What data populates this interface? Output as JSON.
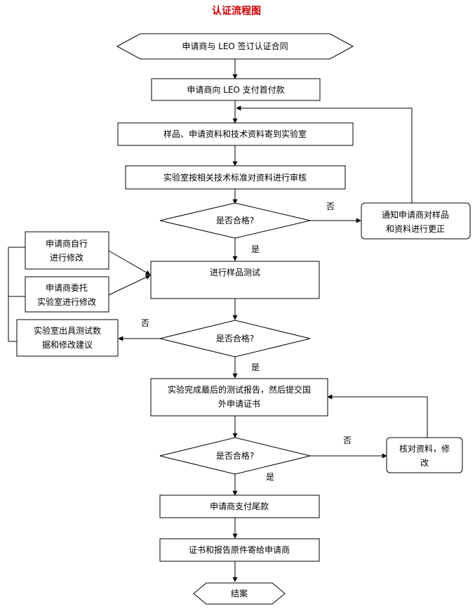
{
  "title": "认证流程图",
  "title_color": "#cc0000",
  "nodes": {
    "sign_contract": "申请商与 LEO 签订认证合同",
    "first_payment": "申请商向 LEO 支付首付款",
    "send_samples": "样品、申请资料和技术资料寄到实验室",
    "lab_review": "实验室按相关技术标准对资料进行审核",
    "decision1": "是否合格?",
    "notify_l1": "通知申请商对样品",
    "notify_l2": "和资料进行更正",
    "sample_test": "进行样品测试",
    "self_fix_l1": "申请商自行",
    "self_fix_l2": "进行修改",
    "entrust_fix_l1": "申请商委托",
    "entrust_fix_l2": "实验室进行修改",
    "lab_report_l1": "实验室出具测试数",
    "lab_report_l2": "据和修改建议",
    "decision2": "是否合格?",
    "final_report_l1": "实验完成最后的测试报告，然后提交国",
    "final_report_l2": "外申请证书",
    "decision3": "是否合格?",
    "verify_fix_l1": "核对资料，修",
    "verify_fix_l2": "改",
    "final_payment": "申请商支付尾款",
    "send_cert": "证书和报告原件寄给申请商",
    "end": "结案"
  },
  "edge_labels": {
    "no": "否",
    "yes": "是"
  }
}
